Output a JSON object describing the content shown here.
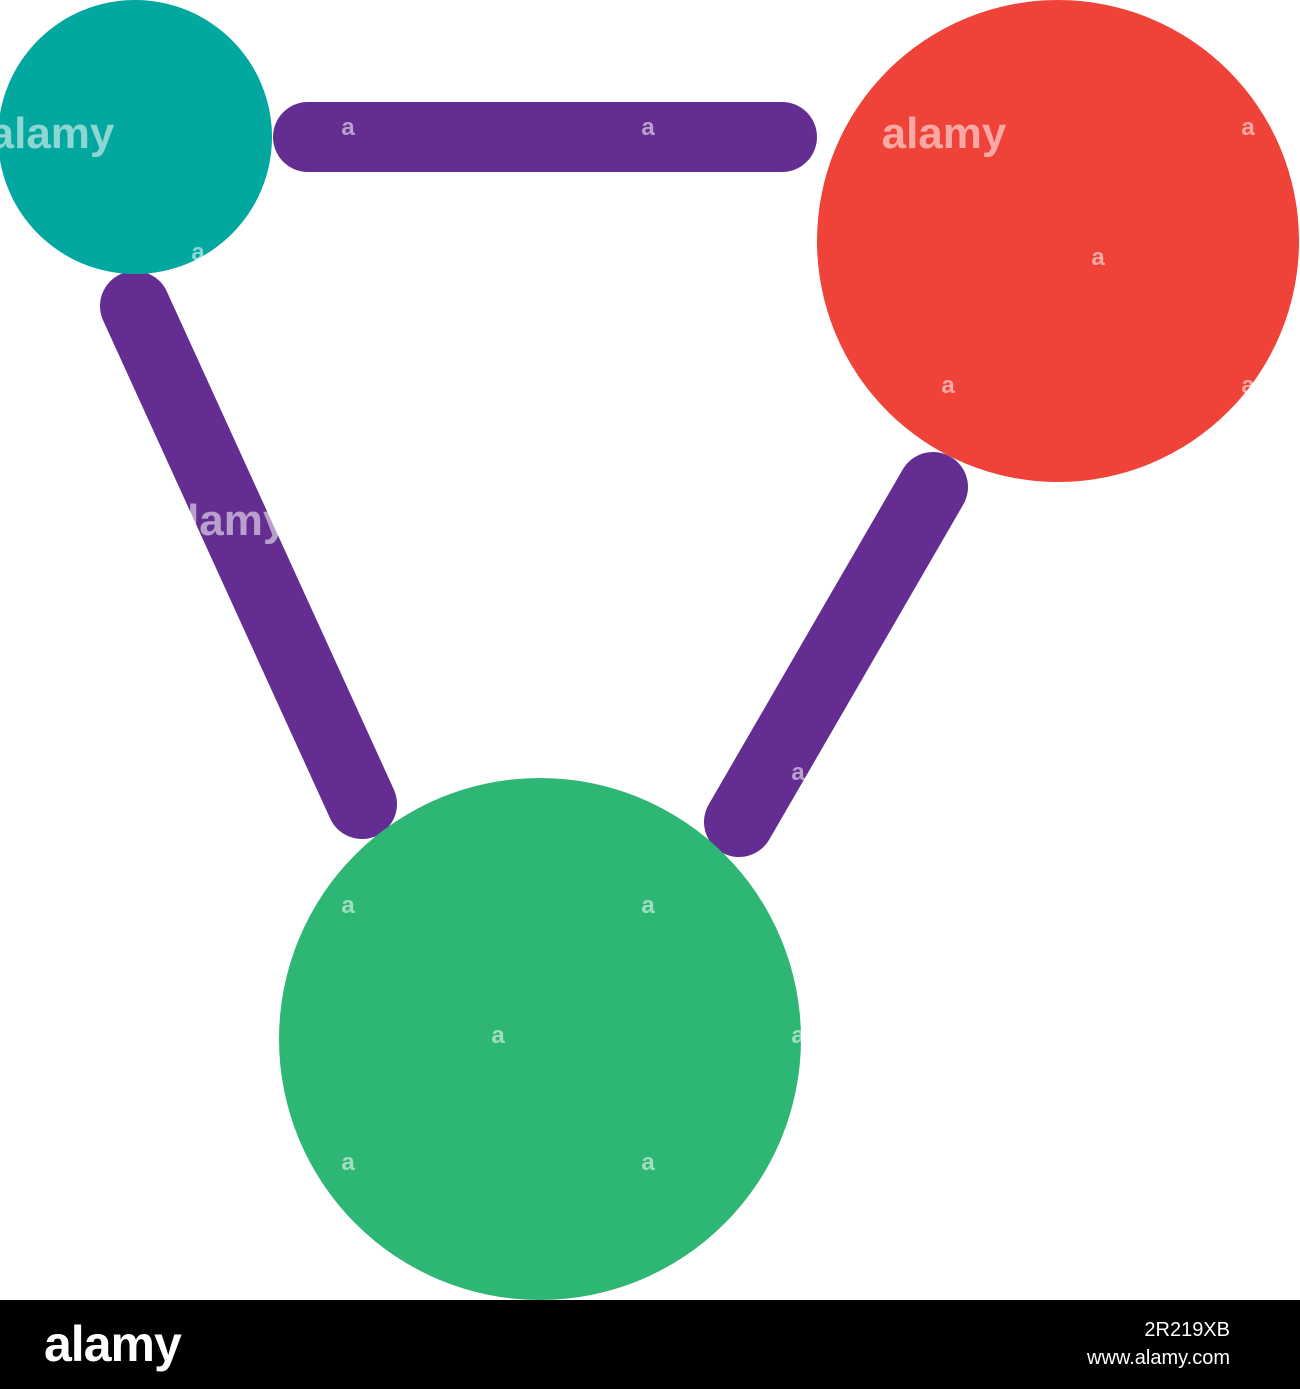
{
  "diagram": {
    "nodes": [
      {
        "id": "teal-node",
        "color": "#02a79f"
      },
      {
        "id": "red-node",
        "color": "#ef4238"
      },
      {
        "id": "green-node",
        "color": "#2db674"
      }
    ],
    "edges": [
      {
        "from": "teal-node",
        "to": "red-node"
      },
      {
        "from": "teal-node",
        "to": "green-node"
      },
      {
        "from": "red-node",
        "to": "green-node"
      }
    ],
    "edge_color": "#642d91"
  },
  "watermark": {
    "logo_text": "alamy",
    "glyph": "a"
  },
  "footer": {
    "logo": "alamy",
    "image_id": "2R219XB",
    "site": "www.alamy.com"
  }
}
